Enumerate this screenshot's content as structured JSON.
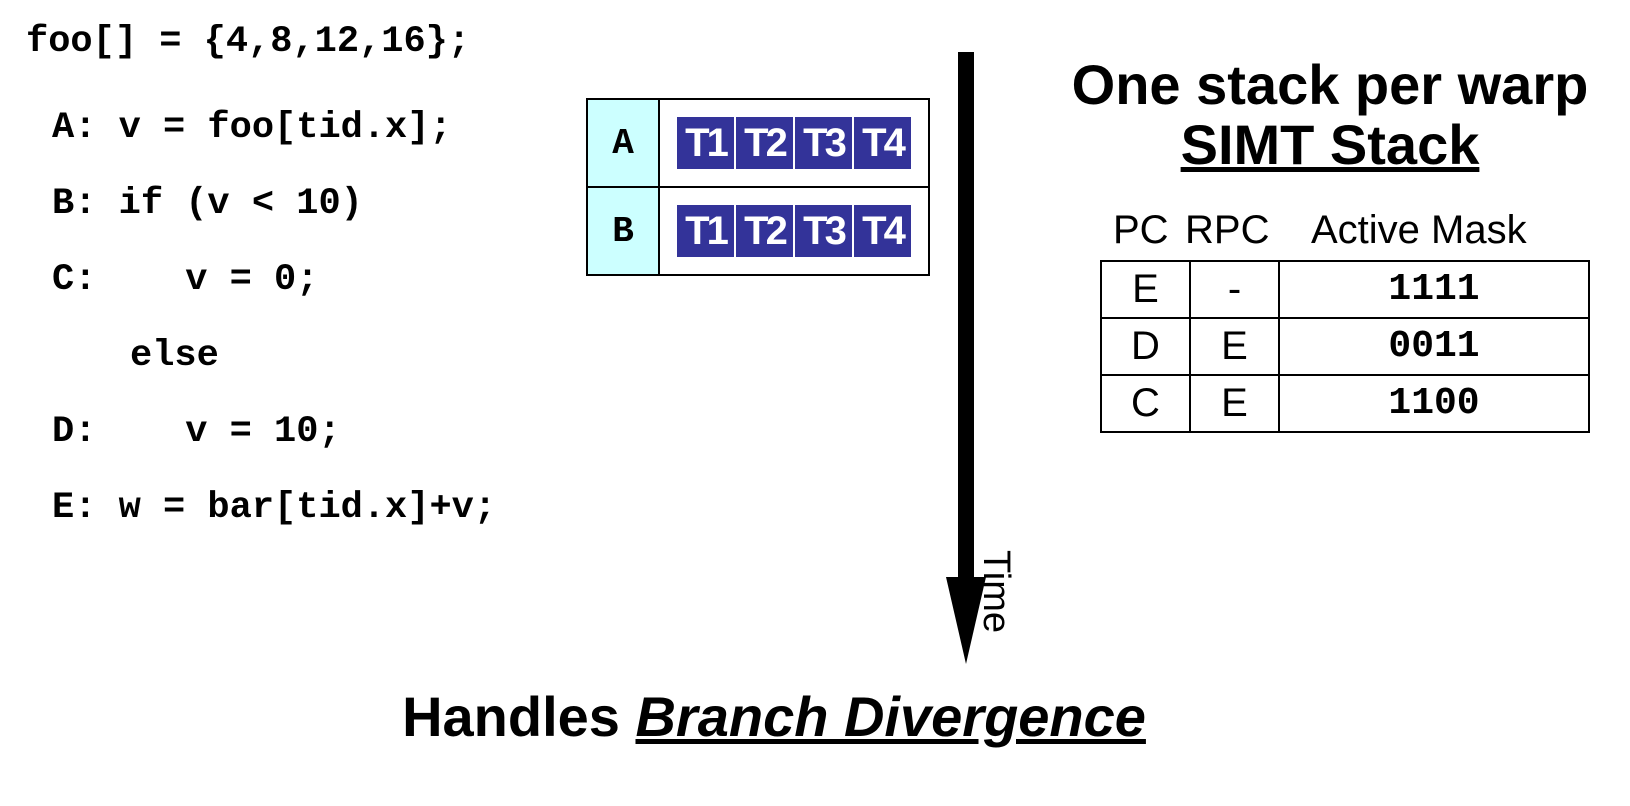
{
  "code": {
    "decl": "foo[] = {4,8,12,16};",
    "line_a": "A: v = foo[tid.x];",
    "line_b": "B: if (v < 10)",
    "line_c": "C:    v = 0;",
    "line_else": "else",
    "line_d": "D:    v = 10;",
    "line_e": "E: w = bar[tid.x]+v;"
  },
  "warp_rows": [
    {
      "label": "A",
      "threads": [
        "T1",
        "T2",
        "T3",
        "T4"
      ]
    },
    {
      "label": "B",
      "threads": [
        "T1",
        "T2",
        "T3",
        "T4"
      ]
    }
  ],
  "time_label": "Time",
  "stack_title": "One stack per warp",
  "stack_subtitle": "SIMT Stack",
  "stack_columns": [
    "PC",
    "RPC",
    "Active Mask"
  ],
  "stack_rows": [
    {
      "pc": "E",
      "rpc": "-",
      "mask": "1111"
    },
    {
      "pc": "D",
      "rpc": "E",
      "mask": "0011"
    },
    {
      "pc": "C",
      "rpc": "E",
      "mask": "1100"
    }
  ],
  "caption": {
    "prefix": "Handles ",
    "emphasis": "Branch Divergence"
  },
  "colors": {
    "thread_cell": "#333399",
    "row_label_bg": "#ccffff",
    "arrow": "#000000"
  }
}
